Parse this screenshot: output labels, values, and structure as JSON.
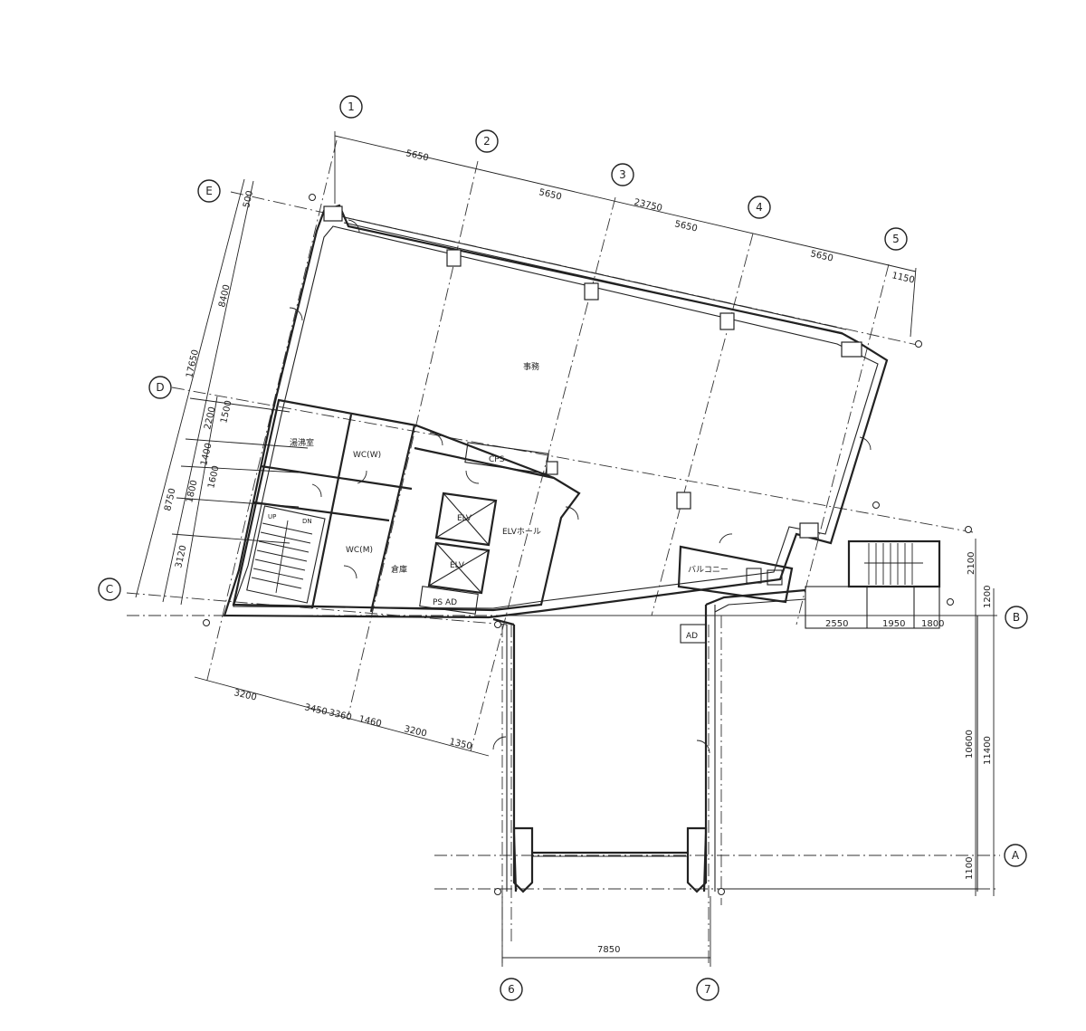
{
  "grid_bubbles": {
    "g1": "1",
    "g2": "2",
    "g3": "3",
    "g4": "4",
    "g5": "5",
    "g6": "6",
    "g7": "7",
    "gA": "A",
    "gB": "B",
    "gC": "C",
    "gD": "D",
    "gE": "E"
  },
  "dimensions": {
    "top_5650_a": "5650",
    "top_5650_b": "5650",
    "top_5650_c": "5650",
    "top_5650_d": "5650",
    "top_total": "23750",
    "top_1150": "1150",
    "left_total": "17650",
    "left_8400": "8400",
    "left_500": "500",
    "left_8750": "8750",
    "left_3120": "3120",
    "left_1800": "1800",
    "left_1600": "1600",
    "left_1400": "1400",
    "left_1500": "1500",
    "left_2200": "2200",
    "bottom_3200": "3200",
    "bottom_3450": "3450",
    "bottom_3360": "3360",
    "bottom_1460": "1460",
    "bottom_3200b": "3200",
    "bottom_1350": "1350",
    "right_10600": "10600",
    "right_11400": "11400",
    "right_1100": "1100",
    "right_1200": "1200",
    "right_2100": "2100",
    "annex_2550": "2550",
    "annex_1950": "1950",
    "annex_1800": "1800",
    "base_7850": "7850"
  },
  "rooms": {
    "office": "事務",
    "cps": "CPS",
    "elv_hall": "ELVホール",
    "elv1": "ELV",
    "elv2": "ELV",
    "wc_w": "WC(W)",
    "wc_m": "WC(M)",
    "storage": "倉庫",
    "staff_room": "湯沸室",
    "ps_ad": "PS AD",
    "ad": "AD",
    "balcony": "バルコニー",
    "up": "UP",
    "dn": "DN"
  }
}
